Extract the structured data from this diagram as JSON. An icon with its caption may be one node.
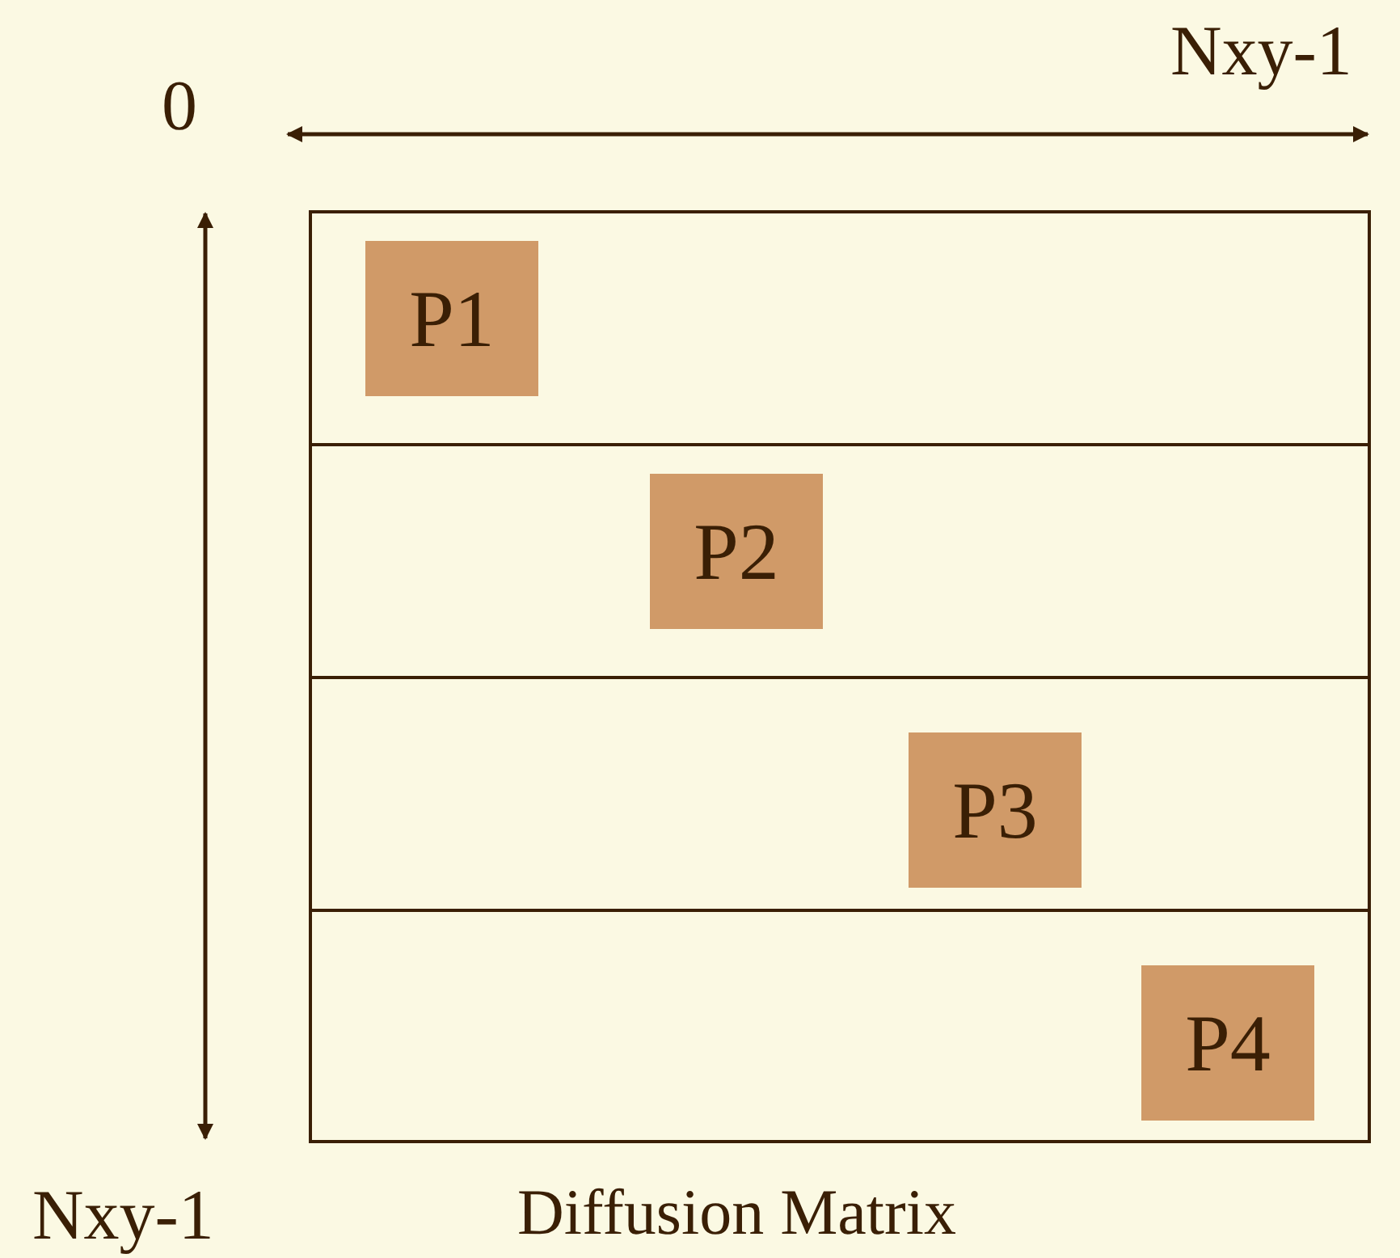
{
  "diagram": {
    "caption": "Diffusion Matrix",
    "nodes": [
      {
        "text": [],
        "shape": "box"
      },
      {
        "text": [
          "P1"
        ],
        "in": 0
      },
      {
        "text": [
          "P2"
        ],
        "in": 0
      },
      {
        "text": [
          "P3"
        ],
        "in": 0
      },
      {
        "text": [
          "P4"
        ],
        "in": 0
      }
    ],
    "edges": [],
    "labels": [
      "0",
      "Nxy-1",
      "Nxy-1"
    ]
  }
}
